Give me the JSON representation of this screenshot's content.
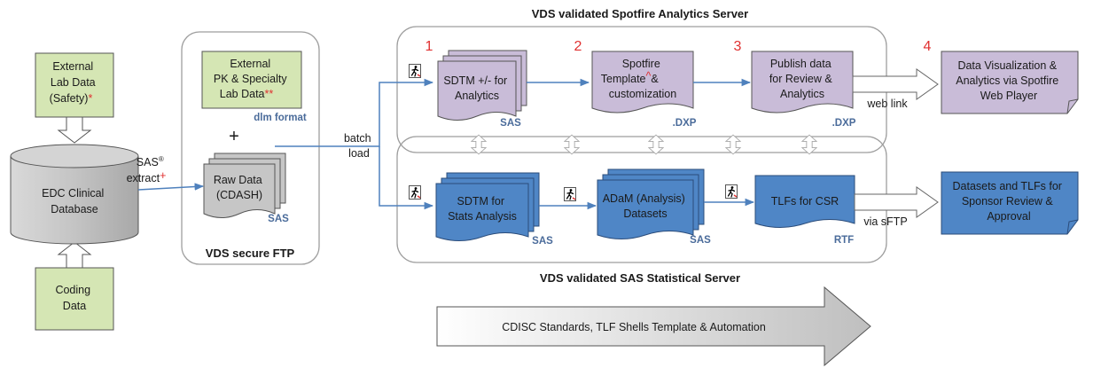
{
  "colors": {
    "green": "#d5e6b4",
    "purple": "#c9bcd8",
    "blue": "#4f86c6",
    "gray": "#c6c6c6",
    "line": "#4f81bd",
    "red": "#e03030",
    "format_label": "#4a6b9a"
  },
  "servers": {
    "spotfire_title": "VDS validated Spotfire Analytics Server",
    "sas_title": "VDS validated SAS Statistical Server",
    "ftp_title": "VDS secure FTP"
  },
  "sources": {
    "lab_safety": {
      "lines": [
        "External",
        "Lab Data",
        "(Safety)"
      ],
      "marker": "*"
    },
    "coding": {
      "lines": [
        "Coding",
        "Data"
      ]
    },
    "edc": {
      "lines": [
        "EDC Clinical",
        "Database"
      ]
    },
    "sas_extract": {
      "line1": "SAS",
      "registered": "®",
      "line2": "extract",
      "plus": "+"
    }
  },
  "ftp": {
    "pk_lab": {
      "lines": [
        "External",
        "PK & Specialty",
        "Lab Data"
      ],
      "marker": "**",
      "format": "dlm format"
    },
    "plus_sign": "+",
    "raw_data": {
      "lines": [
        "Raw Data",
        "(CDASH)"
      ],
      "format": "SAS"
    },
    "batch_load": [
      "batch",
      "load"
    ]
  },
  "spotfire_steps": [
    {
      "number": "1",
      "lines": [
        "SDTM +/- for",
        "Analytics"
      ],
      "format": "SAS"
    },
    {
      "number": "2",
      "lines": [
        "Spotfire",
        "Template",
        "& ",
        "customization"
      ],
      "caret": "^",
      "format": ".DXP"
    },
    {
      "number": "3",
      "lines": [
        "Publish data",
        "for Review &",
        "Analytics"
      ],
      "format": ".DXP"
    },
    {
      "number": "4",
      "lines": [
        "Data Visualization &",
        "Analytics via Spotfire",
        "Web Player"
      ]
    }
  ],
  "sas_steps": [
    {
      "lines": [
        "SDTM for",
        "Stats Analysis"
      ],
      "format": "SAS"
    },
    {
      "lines": [
        "ADaM (Analysis)",
        "Datasets"
      ],
      "format": "SAS"
    },
    {
      "lines": [
        "TLFs for CSR"
      ],
      "format": "RTF"
    },
    {
      "lines": [
        "Datasets and TLFs for",
        "Sponsor Review &",
        "Approval"
      ]
    }
  ],
  "links": {
    "web_link": "web link",
    "via_sftp": "via sFTP"
  },
  "footer_arrow": "CDISC Standards, TLF Shells Template & Automation",
  "icons": [
    "running-man-icon",
    "double-arrow-icon",
    "block-arrow-icon"
  ]
}
